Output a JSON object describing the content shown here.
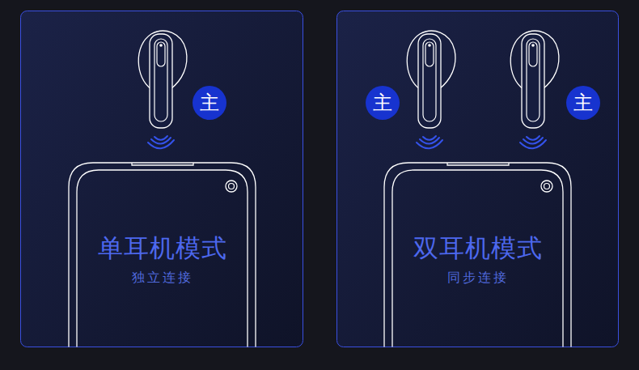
{
  "diagram": {
    "nodes": [
      {
        "text": [
          "主"
        ]
      },
      {
        "text": [
          "单耳机模式",
          "独立连接"
        ]
      },
      {
        "text": [
          "主"
        ]
      },
      {
        "text": [
          "主"
        ]
      },
      {
        "text": [
          "双耳机模式",
          "同步连接"
        ]
      }
    ]
  }
}
